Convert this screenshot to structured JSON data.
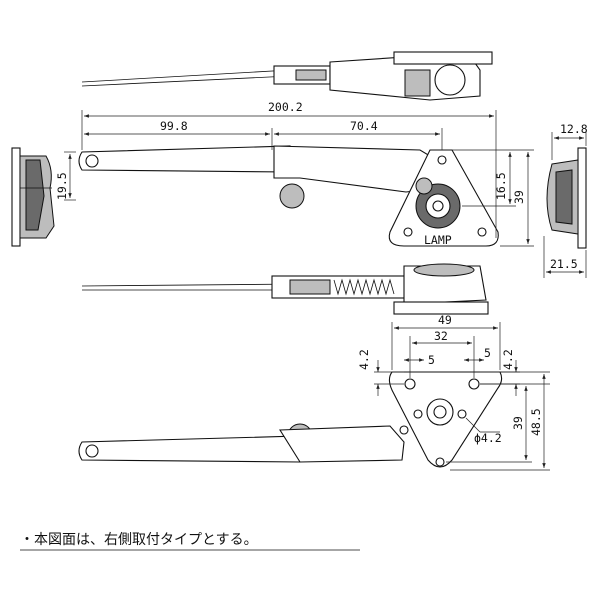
{
  "dimensions": {
    "overall_length": "200.2",
    "arm_length": "99.8",
    "pivot_offset": "70.4",
    "arm_height": "19.5",
    "pivot_height": "16.5",
    "base_height": "39",
    "side_width_top": "12.8",
    "side_width_bottom": "21.5",
    "base_width": "49",
    "hole_pitch": "32",
    "slot_left": "5",
    "slot_right": "5",
    "offset_left": "4.2",
    "offset_right": "4.2",
    "hole_height": "39",
    "total_height": "48.5",
    "hole_diameter": "ϕ4.2"
  },
  "brand_mark": "LAMP",
  "note": "・本図面は、右側取付タイプとする。",
  "colors": {
    "line": "#111111",
    "shade": "#bdbdbd",
    "dark": "#6a6a6a"
  }
}
